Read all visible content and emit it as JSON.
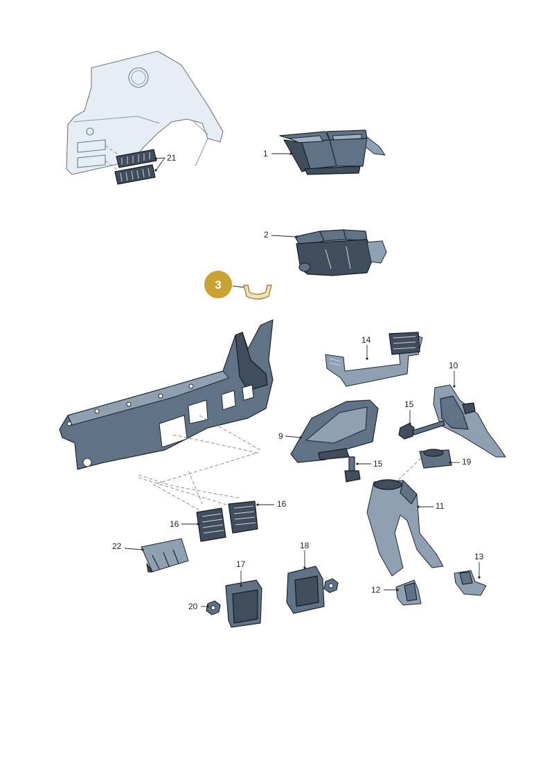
{
  "diagram": {
    "labels": {
      "p1": "1",
      "p2": "2",
      "p3": "3",
      "p9": "9",
      "p10": "10",
      "p11": "11",
      "p12": "12",
      "p13": "13",
      "p14": "14",
      "p15a": "15",
      "p15b": "15",
      "p16a": "16",
      "p16b": "16",
      "p17": "17",
      "p18": "18",
      "p19": "19",
      "p20": "20",
      "p21": "21",
      "p22": "22"
    },
    "colors": {
      "part_fill": "#5f7286",
      "part_outline": "#1d2530",
      "body_panel": "#e6edf4",
      "highlight_badge": "#c9a233",
      "highlight_part": "#efe3b4"
    }
  }
}
